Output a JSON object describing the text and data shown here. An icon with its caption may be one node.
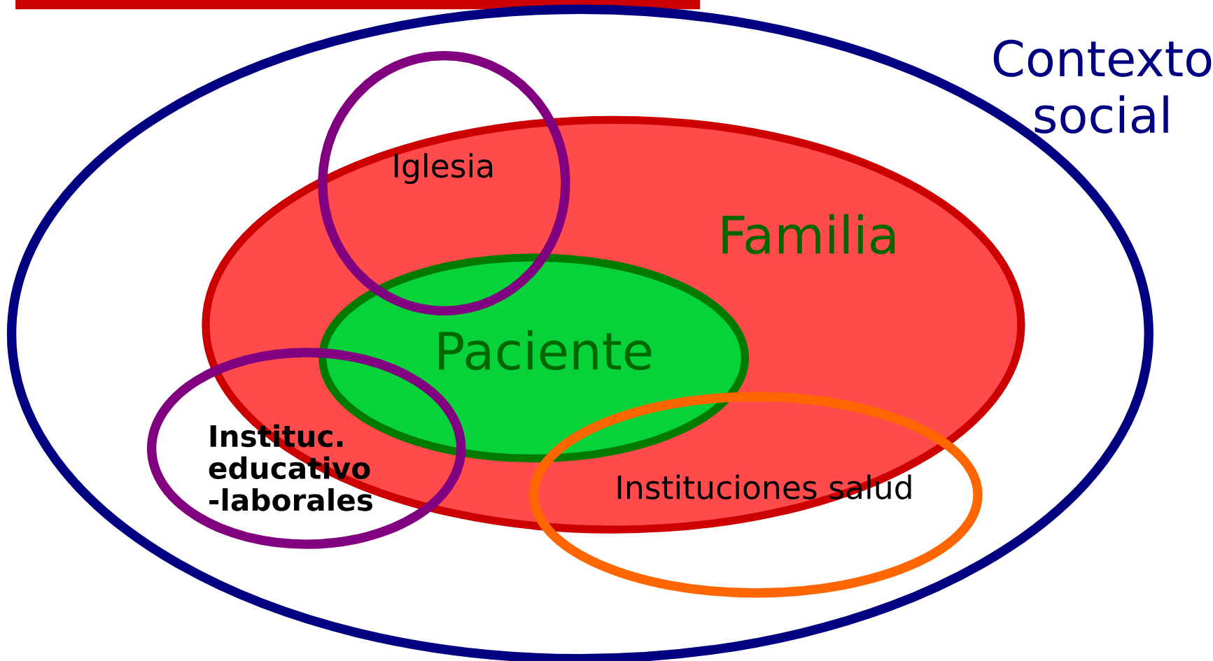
{
  "diagram": {
    "nodes": [
      {
        "text": [
          "Contexto social"
        ]
      },
      {
        "text": [
          "Familia"
        ],
        "in": 0
      },
      {
        "text": [
          "Paciente"
        ],
        "in": 1
      },
      {
        "text": [
          "Iglesia"
        ],
        "in": 0
      },
      {
        "text": [
          "Instituc. educativo -laborales"
        ],
        "in": 0
      },
      {
        "text": [
          "Instituciones salud"
        ],
        "in": 0
      }
    ]
  }
}
